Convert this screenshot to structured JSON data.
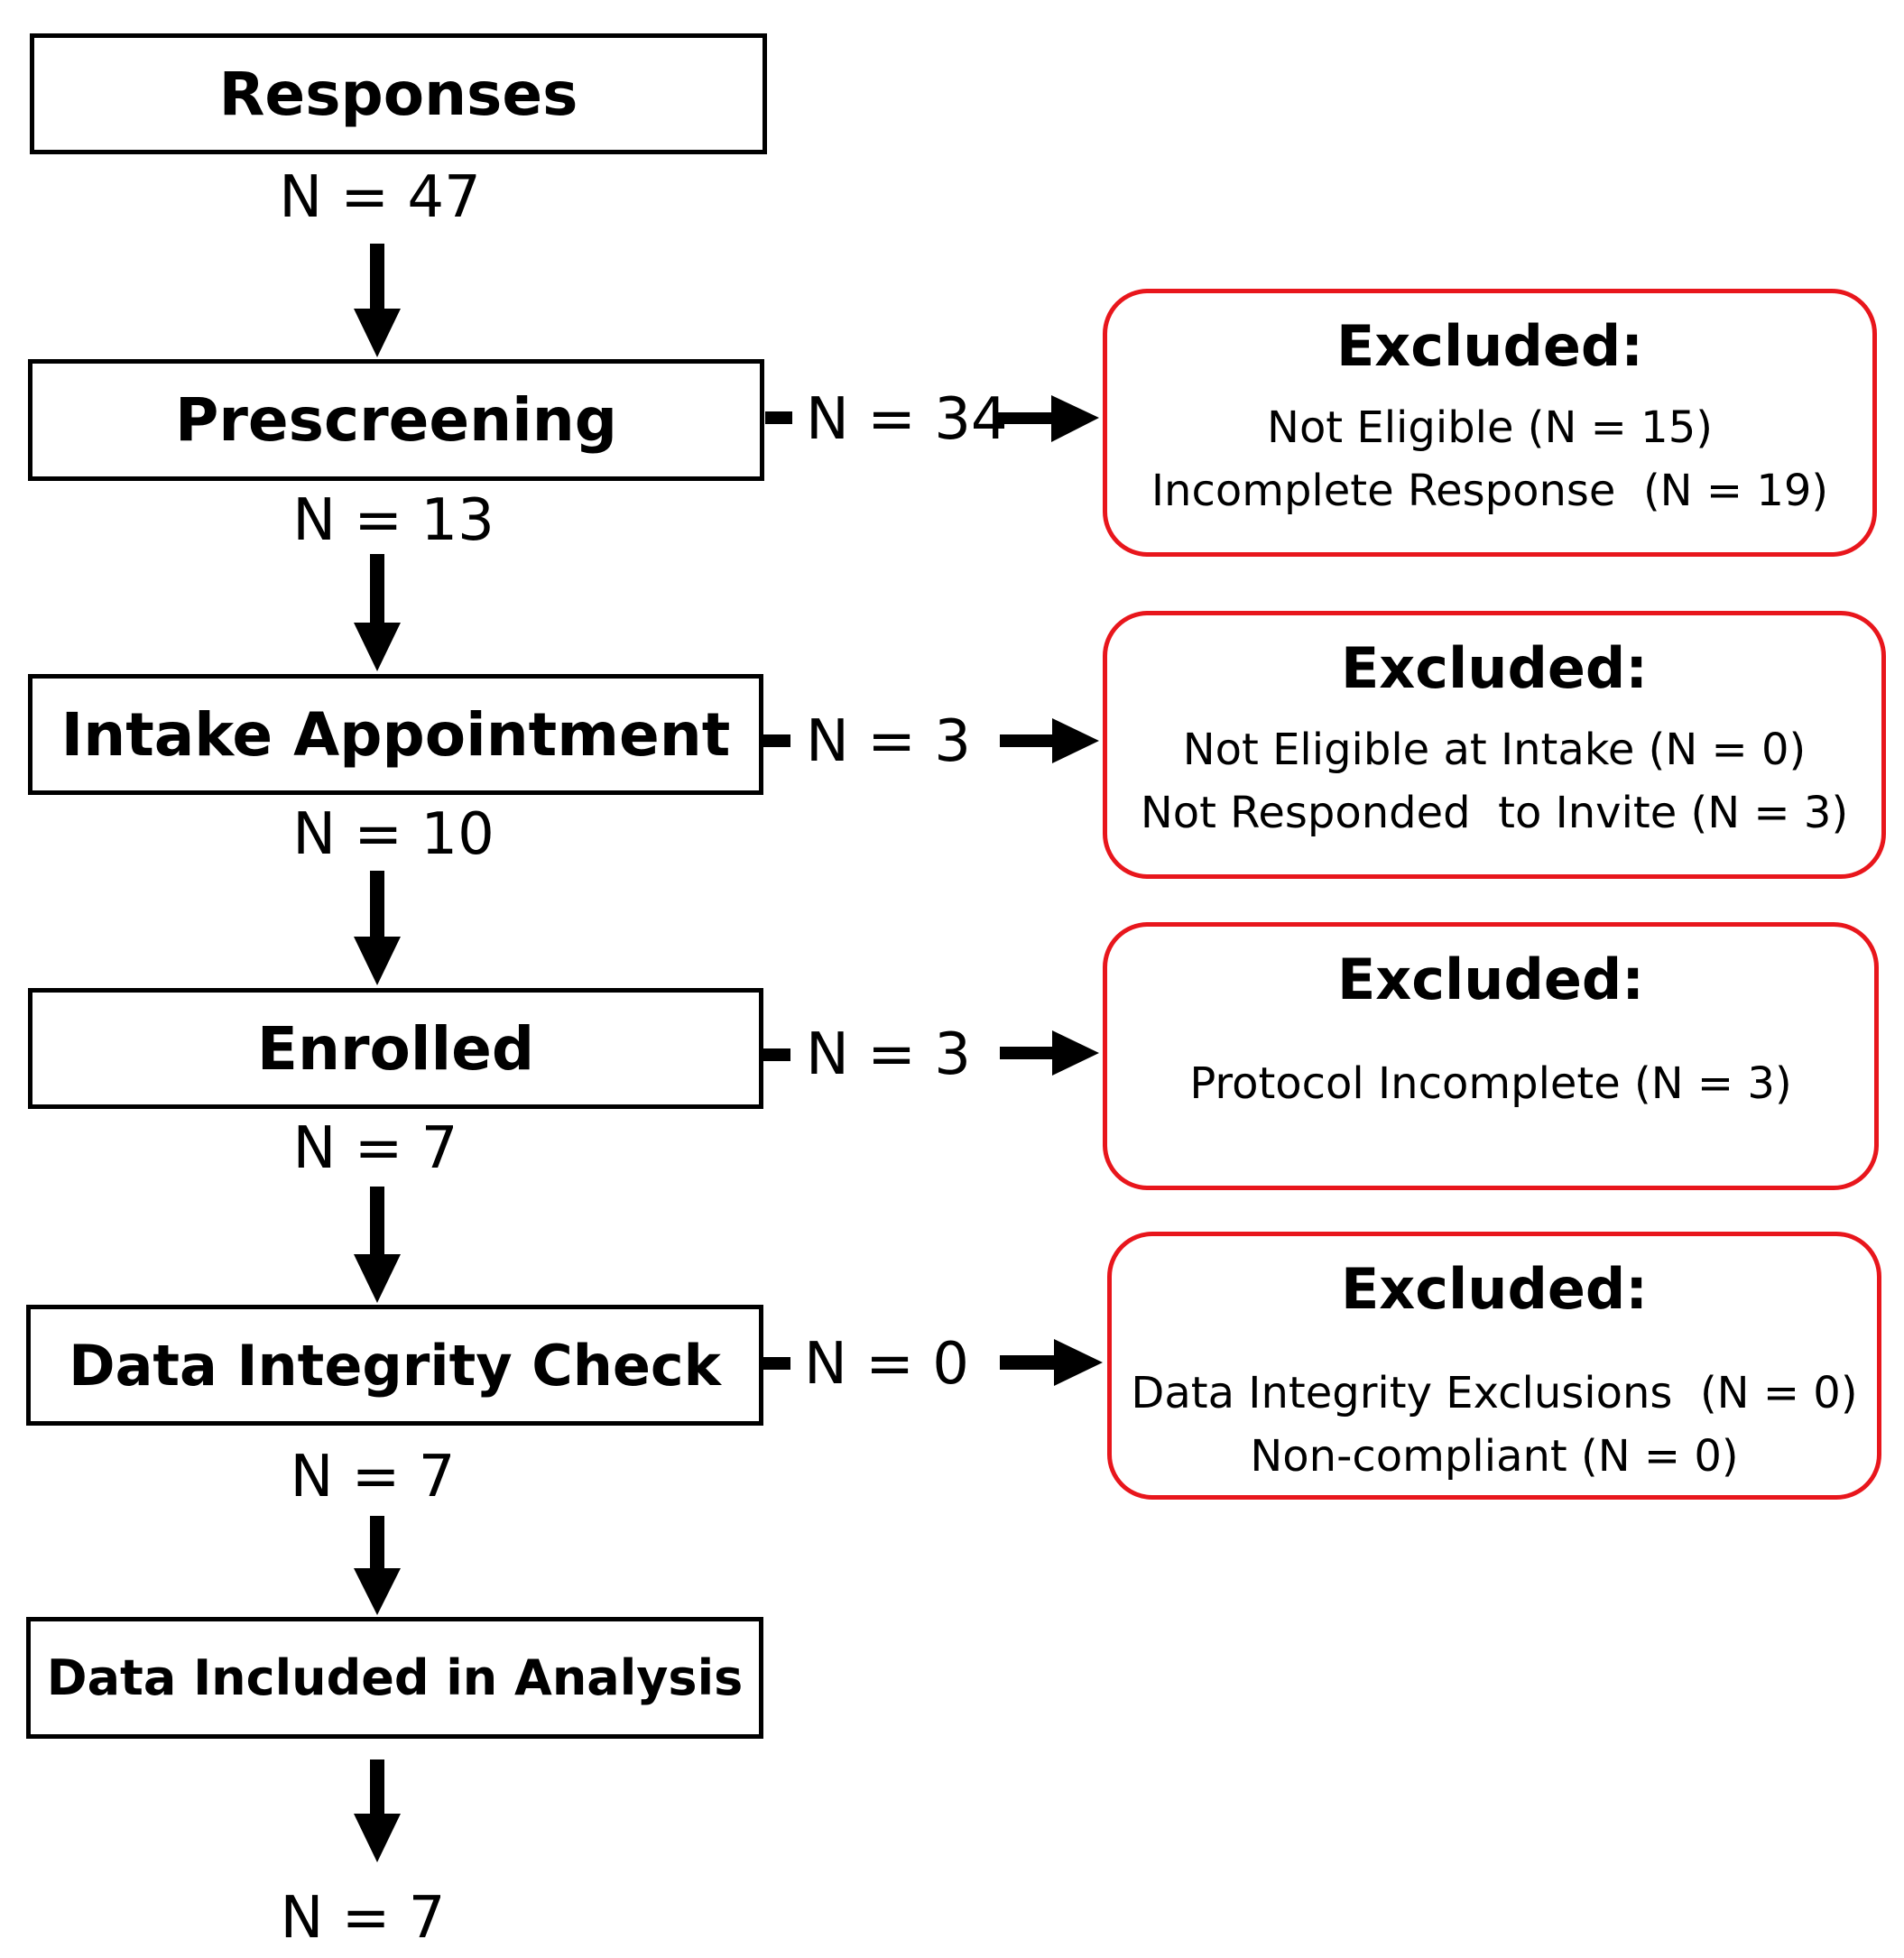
{
  "stages": [
    {
      "label": "Responses",
      "count": "N = 47"
    },
    {
      "label": "Prescreening",
      "count": "N = 13"
    },
    {
      "label": "Intake Appointment",
      "count": "N = 10"
    },
    {
      "label": "Enrolled",
      "count": "N = 7"
    },
    {
      "label": "Data Integrity Check",
      "count": "N = 7"
    },
    {
      "label": "Data Included in Analysis",
      "count": "N = 7"
    }
  ],
  "exclusions": [
    {
      "count": "N = 34",
      "title": "Excluded:",
      "lines": [
        "Not Eligible (N = 15)",
        "Incomplete Response  (N = 19)"
      ]
    },
    {
      "count": "N = 3",
      "title": "Excluded:",
      "lines": [
        "Not Eligible at Intake (N = 0)",
        "Not Responded  to Invite (N = 3)"
      ]
    },
    {
      "count": "N = 3",
      "title": "Excluded:",
      "lines": [
        "Protocol Incomplete (N = 3)"
      ]
    },
    {
      "count": "N = 0",
      "title": "Excluded:",
      "lines": [
        "Data Integrity Exclusions  (N = 0)",
        "Non-compliant (N = 0)"
      ]
    }
  ],
  "colors": {
    "stage_border": "#000000",
    "exclusion_border": "#e8161c",
    "arrow": "#000000"
  }
}
